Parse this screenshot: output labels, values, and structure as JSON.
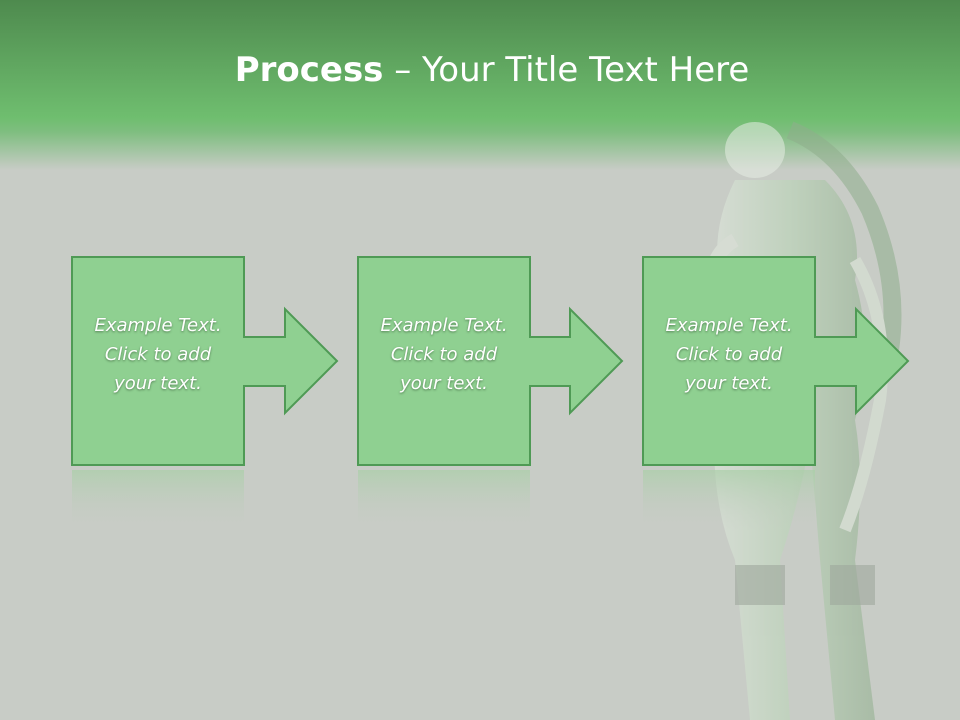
{
  "slide": {
    "title_bold": "Process",
    "title_rest": " – Your Title Text Here",
    "steps": [
      {
        "line1": "Example Text.",
        "line2": "Click  to add",
        "line3": "your text."
      },
      {
        "line1": "Example Text.",
        "line2": "Click  to add",
        "line3": "your text."
      },
      {
        "line1": "Example Text.",
        "line2": "Click  to add",
        "line3": "your text."
      }
    ]
  },
  "colors": {
    "header_top": "#4e8a4e",
    "header_bottom": "#6fbe6f",
    "background": "#c8ccc6",
    "box_fill": "#8fd091",
    "box_border": "#4f9a55"
  },
  "decorations": {
    "figure": "silhouette-figure-image"
  }
}
